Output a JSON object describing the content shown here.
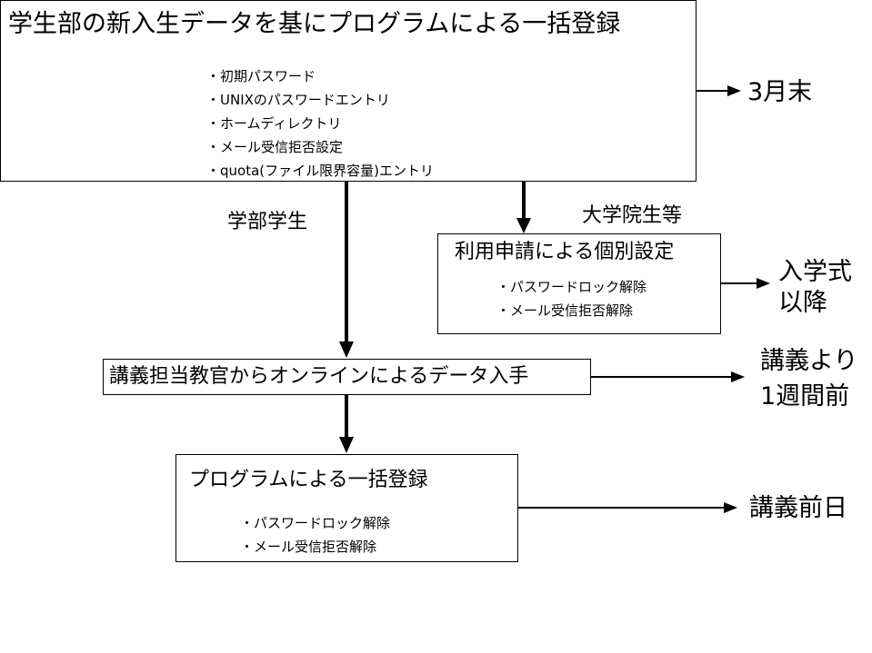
{
  "top_box": {
    "title": "学生部の新入生データを基にプログラムによる一括登録",
    "items": [
      "・初期パスワード",
      "・UNIXのパスワードエントリ",
      "・ホームディレクトリ",
      "・メール受信拒否設定",
      "・quota(ファイル限界容量)エントリ"
    ],
    "timing": "3月末"
  },
  "undergrad_label": "学部学生",
  "grad_label": "大学院生等",
  "individual_box": {
    "title": "利用申請による個別設定",
    "items": [
      "・パスワードロック解除",
      "・メール受信拒否解除"
    ],
    "timing_line1": "入学式",
    "timing_line2": "以降"
  },
  "online_box": {
    "title": "講義担当教官からオンラインによるデータ入手",
    "timing_line1": "講義より",
    "timing_line2": "1週間前"
  },
  "bulk_box": {
    "title": "プログラムによる一括登録",
    "items": [
      "・パスワードロック解除",
      "・メール受信拒否解除"
    ],
    "timing": "講義前日"
  }
}
